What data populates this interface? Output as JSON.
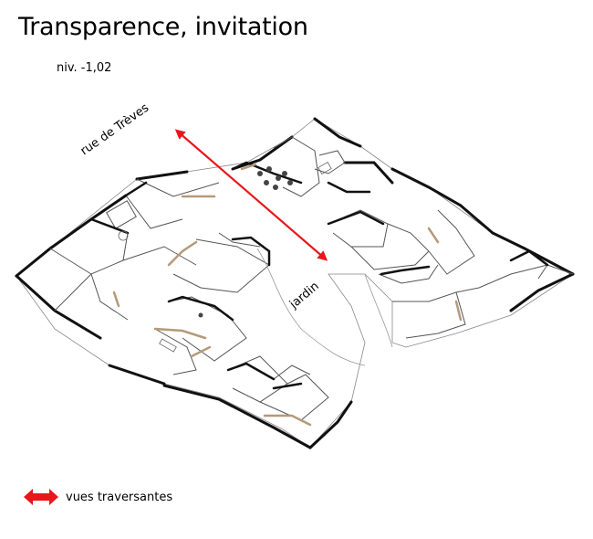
{
  "header": {
    "title": "Transparence, invitation",
    "level": "niv. -1,02"
  },
  "plan": {
    "street_label": "rue de Trèves",
    "garden_label": "jardin"
  },
  "legend": {
    "items": [
      {
        "label": "vues traversantes",
        "icon": "double-arrow-icon",
        "color": "#e8171b"
      }
    ]
  },
  "colors": {
    "arrow": "#e8171b",
    "wall": "#111111",
    "partition": "#777777",
    "wood_accent": "#b59a78"
  }
}
